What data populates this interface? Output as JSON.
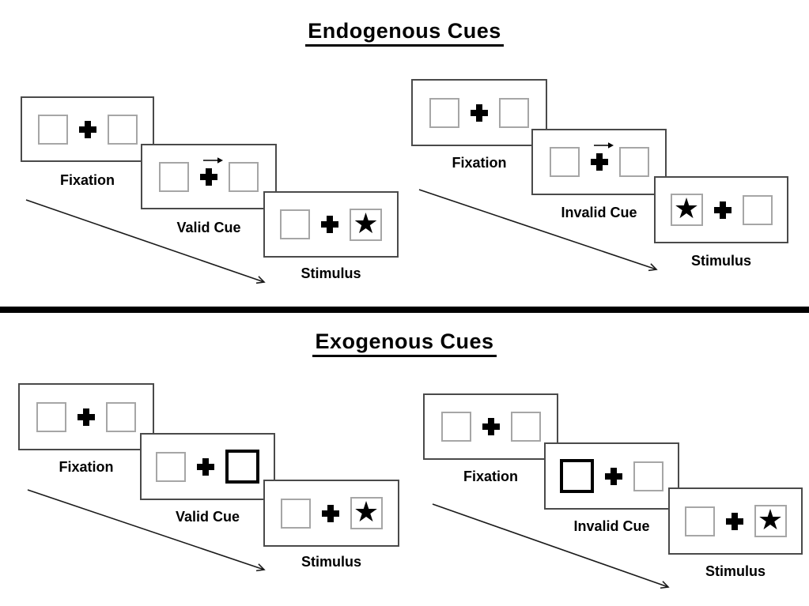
{
  "sections": [
    {
      "title": "Endogenous Cues",
      "groups": [
        {
          "condition": "valid",
          "panels": [
            {
              "label": "Fixation",
              "cue_type": "none",
              "star_position": "none"
            },
            {
              "label": "Valid Cue",
              "cue_type": "arrow-right",
              "star_position": "none"
            },
            {
              "label": "Stimulus",
              "cue_type": "none",
              "star_position": "right"
            }
          ]
        },
        {
          "condition": "invalid",
          "panels": [
            {
              "label": "Fixation",
              "cue_type": "none",
              "star_position": "none"
            },
            {
              "label": "Invalid Cue",
              "cue_type": "arrow-right",
              "star_position": "none"
            },
            {
              "label": "Stimulus",
              "cue_type": "none",
              "star_position": "left"
            }
          ]
        }
      ]
    },
    {
      "title": "Exogenous Cues",
      "groups": [
        {
          "condition": "valid",
          "panels": [
            {
              "label": "Fixation",
              "cue_type": "none",
              "star_position": "none"
            },
            {
              "label": "Valid Cue",
              "cue_type": "highlight-box-right",
              "star_position": "none"
            },
            {
              "label": "Stimulus",
              "cue_type": "none",
              "star_position": "right"
            }
          ]
        },
        {
          "condition": "invalid",
          "panels": [
            {
              "label": "Fixation",
              "cue_type": "none",
              "star_position": "none"
            },
            {
              "label": "Invalid Cue",
              "cue_type": "highlight-box-left",
              "star_position": "none"
            },
            {
              "label": "Stimulus",
              "cue_type": "none",
              "star_position": "right"
            }
          ]
        }
      ]
    }
  ],
  "icons": {
    "star": "★"
  },
  "colors": {
    "background": "#ffffff",
    "panel_border": "#4a4a4a",
    "placeholder_border": "#a6a6a6",
    "cue_highlight": "#000000",
    "text": "#000000",
    "divider": "#000000"
  }
}
